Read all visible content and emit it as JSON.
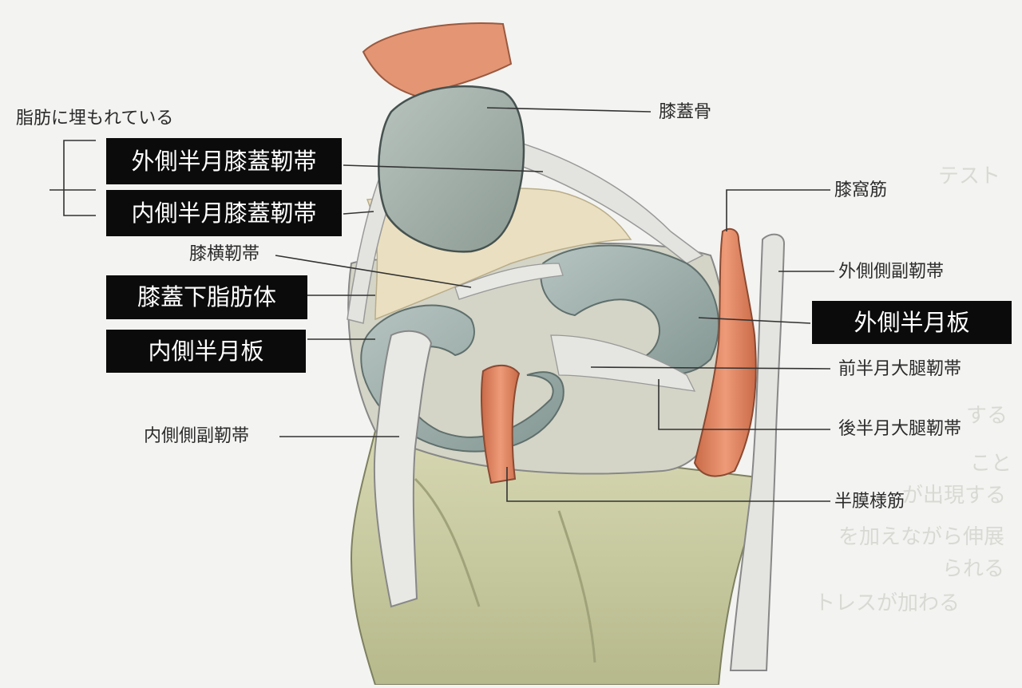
{
  "title": "",
  "note": "脂肪に埋もれている",
  "labels": {
    "patella": "膝蓋骨",
    "lat_meniscopatellar": "外側半月膝蓋靭帯",
    "med_meniscopatellar": "内側半月膝蓋靭帯",
    "popliteus": "膝窩筋",
    "transverse_lig": "膝横靭帯",
    "lat_collateral": "外側側副靭帯",
    "infrapatellar_fat": "膝蓋下脂肪体",
    "lat_meniscus": "外側半月板",
    "med_meniscus": "内側半月板",
    "ant_meniscofemoral": "前半月大腿靭帯",
    "post_meniscofemoral": "後半月大腿靭帯",
    "med_collateral": "内側側副靭帯",
    "semimembranosus": "半膜様筋"
  },
  "background_text": [
    "テスト",
    "する",
    "こと",
    "が出現する",
    "を加えながら伸展",
    "られる",
    "トレスが加わる"
  ],
  "colors": {
    "bone": "#c9cba3",
    "meniscus": "#9fb0ad",
    "muscle": "#dd8563",
    "ligament": "#d9dad6",
    "fat": "#e9dfbf",
    "label_box": "#0b0b0b"
  }
}
